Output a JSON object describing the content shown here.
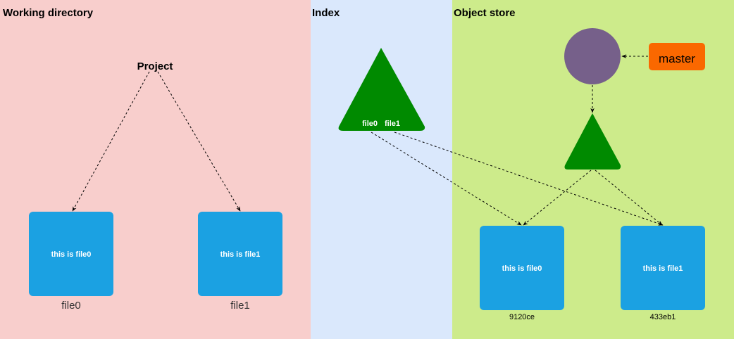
{
  "sections": {
    "working_directory": {
      "title": "Working directory",
      "color": "#f8cecc"
    },
    "index": {
      "title": "Index",
      "color": "#dae8fc"
    },
    "object_store": {
      "title": "Object store",
      "color": "#cdeb8b"
    }
  },
  "working_directory": {
    "root_label": "Project",
    "blobs": [
      {
        "text": "this is file0",
        "caption": "file0"
      },
      {
        "text": "this is file1",
        "caption": "file1"
      }
    ]
  },
  "index": {
    "tree_entries": [
      "file0",
      "file1"
    ],
    "tree_color": "#008a00"
  },
  "object_store": {
    "ref_label": "master",
    "ref_color": "#fa6800",
    "commit_color": "#76608a",
    "tree_color": "#008a00",
    "blobs": [
      {
        "text": "this is file0",
        "hash": "9120ce"
      },
      {
        "text": "this is file1",
        "hash": "433eb1"
      }
    ]
  },
  "colors": {
    "blob": "#1ba1e2"
  }
}
